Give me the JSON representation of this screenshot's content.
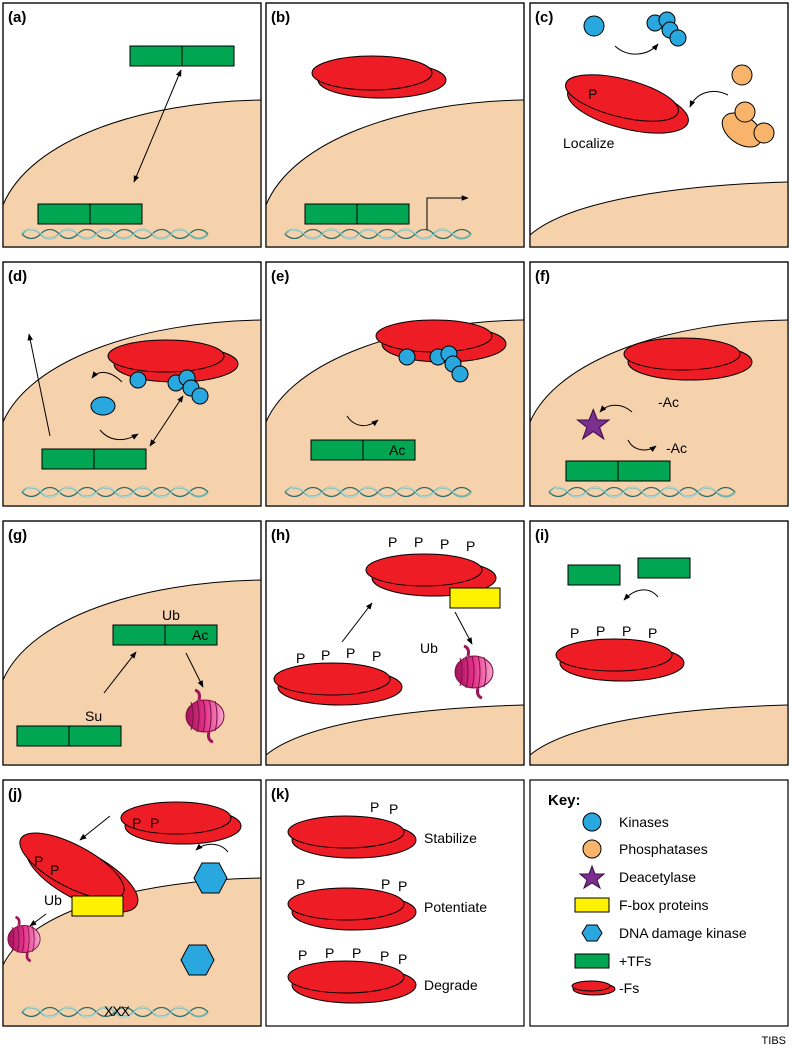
{
  "panels": {
    "a": {
      "label": "(a)"
    },
    "b": {
      "label": "(b)"
    },
    "c": {
      "label": "(c)",
      "text": "Localize",
      "p": "P"
    },
    "d": {
      "label": "(d)"
    },
    "e": {
      "label": "(e)",
      "ac": "Ac"
    },
    "f": {
      "label": "(f)",
      "ac1": "-Ac",
      "ac2": "-Ac"
    },
    "g": {
      "label": "(g)",
      "ub": "Ub",
      "ac": "Ac",
      "su": "Su"
    },
    "h": {
      "label": "(h)",
      "p": "P",
      "ub": "Ub"
    },
    "i": {
      "label": "(i)",
      "p": "P"
    },
    "j": {
      "label": "(j)",
      "p": "P",
      "ub": "Ub",
      "xxx": "XXX"
    },
    "k": {
      "label": "(k)",
      "p": "P",
      "stabilize": "Stabilize",
      "potentiate": "Potentiate",
      "degrade": "Degrade"
    }
  },
  "key": {
    "title": "Key:",
    "items": [
      {
        "label": "Kinases",
        "icon": "kinase-circle-icon",
        "color": "#29a8e0"
      },
      {
        "label": "Phosphatases",
        "icon": "phosphatase-circle-icon",
        "color": "#f7b46a"
      },
      {
        "label": "Deacetylase",
        "icon": "star-icon",
        "color": "#7b2f8e"
      },
      {
        "label": "F-box proteins",
        "icon": "yellow-rect-icon",
        "color": "#fff200"
      },
      {
        "label": "DNA damage kinase",
        "icon": "hexagon-icon",
        "color": "#29a8e0"
      },
      {
        "label": "+TFs",
        "icon": "green-rect-icon",
        "color": "#00a651"
      },
      {
        "label": "-Fs",
        "icon": "red-ellipse-icon",
        "color": "#ee1c25"
      }
    ]
  },
  "credit": "TIBS",
  "colors": {
    "nucleus": "#f5d2ac",
    "tf_green": "#00a651",
    "red": "#ee1c25",
    "kinase": "#29a8e0",
    "phosphatase": "#f7b46a",
    "deacetylase": "#7b2f8e",
    "fbox": "#fff200",
    "proteasome": "#e5318b",
    "dna": "#7ab8b0"
  }
}
